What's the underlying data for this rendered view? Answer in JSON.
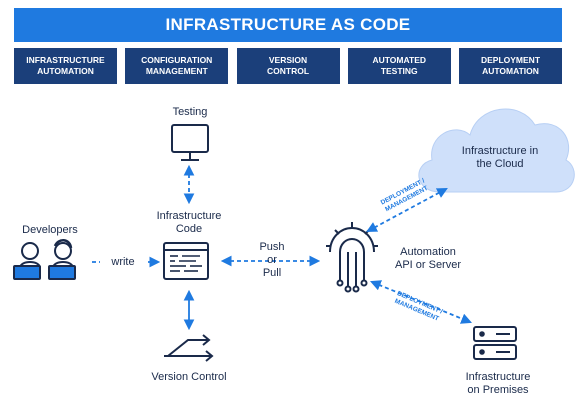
{
  "banner": {
    "title": "INFRASTRUCTURE AS CODE"
  },
  "categories": [
    "INFRASTRUCTURE\nAUTOMATION",
    "CONFIGURATION\nMANAGEMENT",
    "VERSION\nCONTROL",
    "AUTOMATED\nTESTING",
    "DEPLOYMENT\nAUTOMATION"
  ],
  "nodes": {
    "testing": "Testing",
    "infra_code": "Infrastructure\nCode",
    "developers": "Developers",
    "version_control": "Version Control",
    "automation": "Automation\nAPI or Server",
    "cloud": "Infrastructure in\nthe Cloud",
    "premises": "Infrastructure\non Premises"
  },
  "edges": {
    "write": "write",
    "push_pull": "Push\nor\nPull",
    "deploy_cloud": "DEPLOYMENT /\nMANAGEMENT",
    "deploy_premises": "DEPLOYMENT /\nMANAGEMENT"
  },
  "colors": {
    "accent": "#1f7ae0",
    "navy": "#1b3f7a",
    "cloud": "#cfe0fa",
    "ink": "#1a2a4a"
  },
  "icons": [
    "monitor-icon",
    "code-document-icon",
    "developers-icon",
    "branch-icon",
    "gear-circuit-icon",
    "cloud-icon",
    "server-icon"
  ]
}
